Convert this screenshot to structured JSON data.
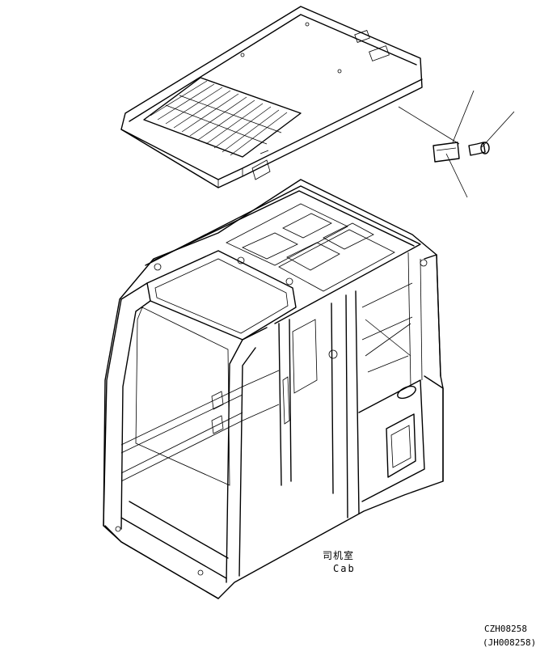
{
  "labels": {
    "part_name_cn": "司机室",
    "part_name_en": "Cab",
    "drawing_code": "CZH08258",
    "drawing_code_alt": "(JH008258)"
  },
  "colors": {
    "ink": "#000000",
    "paper": "#ffffff"
  }
}
